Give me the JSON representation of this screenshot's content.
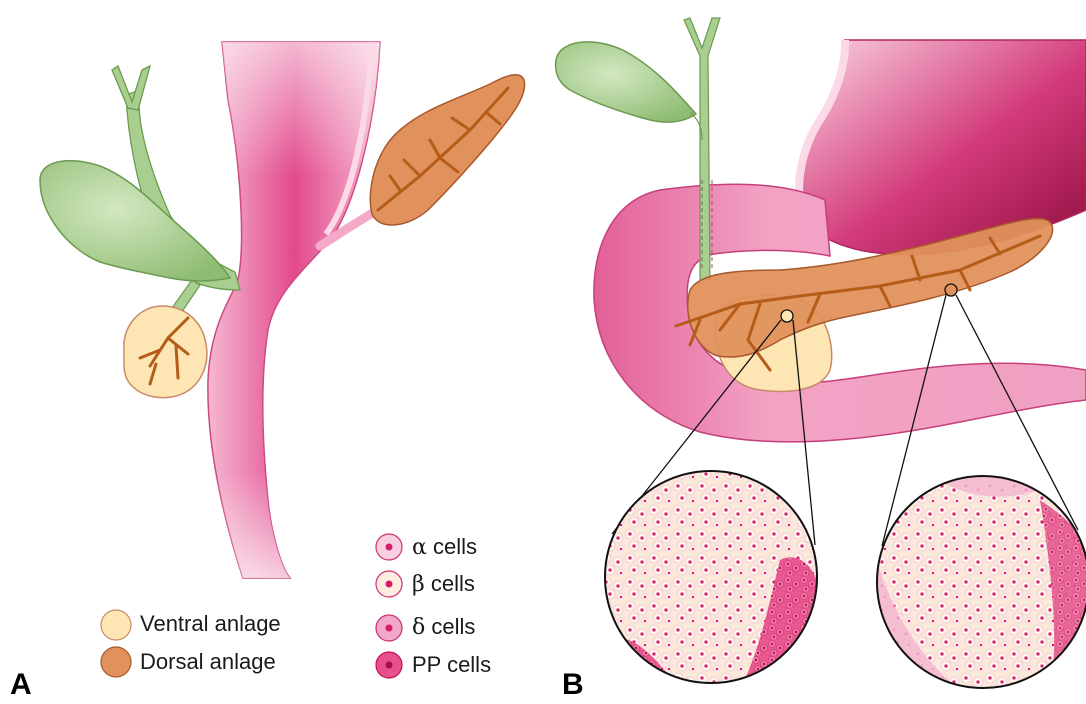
{
  "panels": {
    "a": "A",
    "b": "B"
  },
  "legend_anlage": [
    {
      "label": "Ventral anlage",
      "color": "#fde5b4"
    },
    {
      "label": "Dorsal anlage",
      "color": "#e0915c"
    }
  ],
  "legend_cells": [
    {
      "greek": "α",
      "label": "cells",
      "fill": "#f7cfe0",
      "dot": "#d81b6a"
    },
    {
      "greek": "β",
      "label": "cells",
      "fill": "#fdeedf",
      "dot": "#d81b6a"
    },
    {
      "greek": "δ",
      "label": "cells",
      "fill": "#f2a6c8",
      "dot": "#d81b6a"
    },
    {
      "greek": "",
      "label": "PP cells",
      "fill": "#e84f8e",
      "dot": "#c2124f"
    }
  ],
  "colors": {
    "duct_pink": "#ee8ab4",
    "duct_dark": "#e0468a",
    "gallbladder": "#a7cc8e",
    "ventral": "#fde5b4",
    "dorsal": "#e0915c",
    "duct_brown": "#c46a1c",
    "stomach_dark": "#b2194f"
  }
}
